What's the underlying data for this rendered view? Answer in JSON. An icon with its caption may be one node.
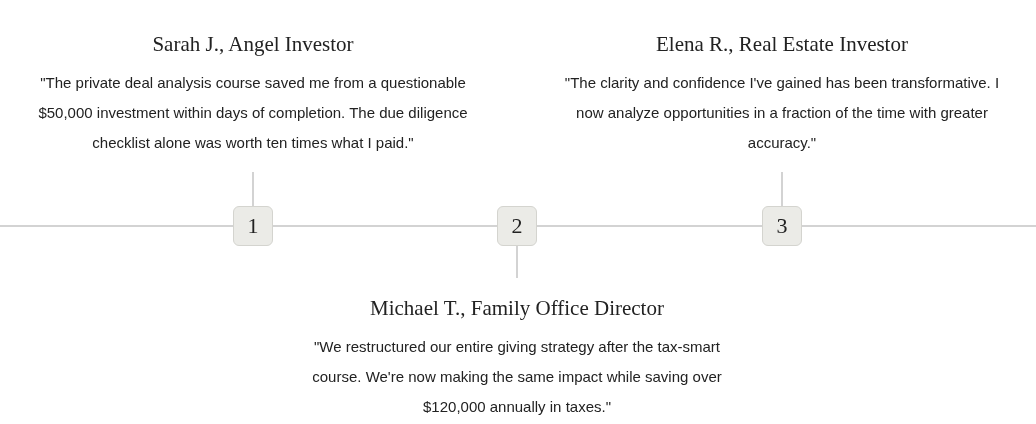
{
  "diagram": {
    "nodes": [
      {
        "text": [
          "Sarah J., Angel Investor",
          "\"The private deal analysis course saved me from a questionable $50,000 investment within days of completion. The due diligence checklist alone was worth ten times what I paid.\""
        ]
      },
      {
        "text": [
          "Elena R., Real Estate Investor",
          "\"The clarity and confidence I've gained has been transformative. I now analyze opportunities in a fraction of the time with greater accuracy.\""
        ]
      },
      {
        "text": [
          "1"
        ]
      },
      {
        "text": [
          "2"
        ]
      },
      {
        "text": [
          "3"
        ]
      },
      {
        "text": [
          "Michael T., Family Office Director",
          "\"We restructured our entire giving strategy after the tax-smart course. We're now making the same impact while saving over $120,000 annually in taxes.\""
        ]
      }
    ],
    "edges": [
      {
        "from": 2,
        "to": 0,
        "arrow": "none"
      },
      {
        "from": 4,
        "to": 1,
        "arrow": "none"
      },
      {
        "from": 3,
        "to": 5,
        "arrow": "none"
      },
      {
        "from": null,
        "to": 2,
        "arrow": "none"
      },
      {
        "from": 2,
        "to": 3,
        "arrow": "none"
      },
      {
        "from": 3,
        "to": 4,
        "arrow": "none"
      },
      {
        "from": 4,
        "to": null,
        "arrow": "none"
      }
    ]
  }
}
